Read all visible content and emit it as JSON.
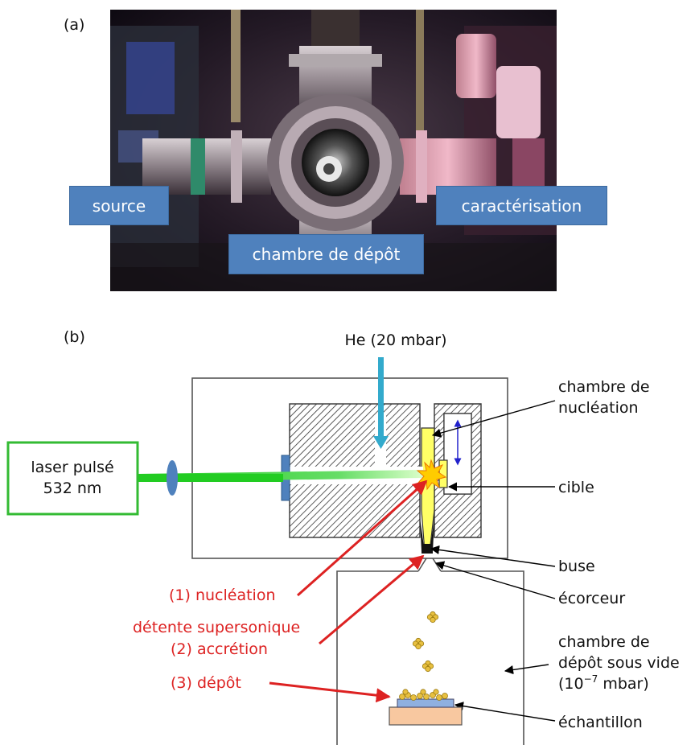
{
  "panel_a": {
    "label": "(a)",
    "photo_labels": {
      "source": "source",
      "deposition": "chambre de dépôt",
      "characterization": "caractérisation"
    },
    "label_color": "#4f81bd"
  },
  "panel_b": {
    "label": "(b)",
    "gas_inlet": "He (20 mbar)",
    "laser_line1": "laser pulsé",
    "laser_line2": "532 nm",
    "right_labels": {
      "nucleation_chamber_1": "chambre de",
      "nucleation_chamber_2": "nucléation",
      "target": "cible",
      "nozzle": "buse",
      "skimmer": "écorceur",
      "deposition_chamber_1": "chambre de",
      "deposition_chamber_2": "dépôt sous vide",
      "deposition_chamber_3": "(10",
      "deposition_chamber_exp": "−7",
      "deposition_chamber_4": " mbar)",
      "sample": "échantillon"
    },
    "steps": {
      "nucleation": "(1) nucléation",
      "supersonic": "détente supersonique",
      "accretion": "(2) accrétion",
      "deposit": "(3) dépôt"
    },
    "colors": {
      "laser_box": "#33bb33",
      "laser_beam": "#22cc22",
      "step_text": "#dd2222",
      "target": "#ffff66",
      "gas_arrow": "#33aacc",
      "clusters": "#e8c040",
      "substrate": "#f8c8a0"
    }
  }
}
